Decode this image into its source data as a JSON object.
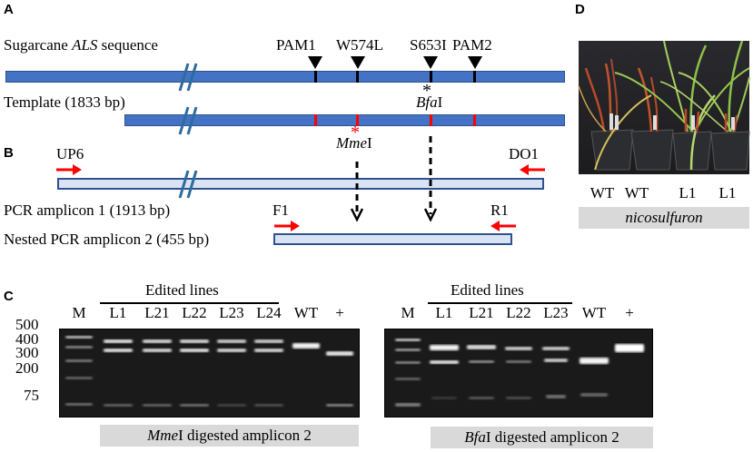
{
  "panel_a": {
    "letter": "A",
    "sequence_label_pre": "Sugarcane ",
    "sequence_label_gene": "ALS",
    "sequence_label_post": " sequence",
    "markers": [
      "PAM1",
      "W574L",
      "S653I",
      "PAM2"
    ],
    "template_label": "Template (1833 bp)",
    "bfai_asterisk": "*",
    "bfai_italic": "Bfa",
    "bfai_suffix": "I",
    "mmei_asterisk": "*",
    "mmei_italic": "Mme",
    "mmei_suffix": "I"
  },
  "panel_b": {
    "letter": "B",
    "primer_up": "UP6",
    "primer_down": "DO1",
    "amplicon1_label": "PCR amplicon 1 (1913 bp)",
    "primer_f": "F1",
    "primer_r": "R1",
    "amplicon2_label": "Nested PCR amplicon 2 (455 bp)"
  },
  "panel_c": {
    "letter": "C",
    "gel1": {
      "group_label": "Edited lines",
      "lanes": [
        "M",
        "L1",
        "L21",
        "L22",
        "L23",
        "L24",
        "WT",
        "+"
      ],
      "ladder": [
        "500",
        "400",
        "300",
        "200",
        "75"
      ],
      "caption_italic": "Mme",
      "caption_rest": "I digested amplicon 2"
    },
    "gel2": {
      "group_label": "Edited lines",
      "lanes": [
        "M",
        "L1",
        "L21",
        "L22",
        "L23",
        "WT",
        "+"
      ],
      "caption_italic": "Bfa",
      "caption_rest": "I digested amplicon 2"
    }
  },
  "panel_d": {
    "letter": "D",
    "plant_labels": [
      "WT",
      "WT",
      "L1",
      "L1"
    ],
    "caption": "nicosulfuron"
  },
  "colors": {
    "bar_blue": "#4472c4",
    "bar_border": "#2f528f",
    "bar_light": "#dae3f3",
    "primer_red": "#ff0000",
    "caption_grey": "#d9d9d9"
  }
}
